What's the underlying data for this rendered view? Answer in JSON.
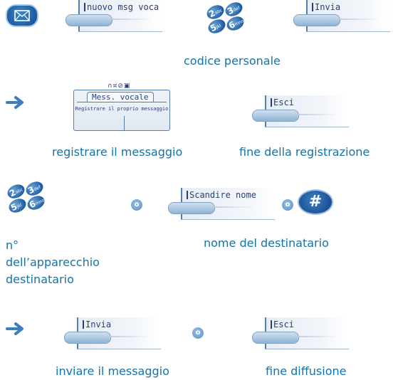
{
  "row1": {
    "softkey_message": "nuovo msg voca",
    "softkey_send": "Invia",
    "caption": "codice personale"
  },
  "row2": {
    "phone_icons": "∩¤⊘▣",
    "phone_tab": "Mess. vocale",
    "phone_body": "Registrare il proprio messaggio",
    "softkey_exit": "Esci",
    "caption_left": "registrare il messaggio",
    "caption_right": "fine della registrazione"
  },
  "row3": {
    "or_label": "o",
    "softkey_scan": "Scandire nome",
    "or_label2": "o",
    "hash_symbol": "#",
    "caption_left_1": "n°",
    "caption_left_2": "dell’apparecchio",
    "caption_left_3": "destinatario",
    "caption_right": "nome del destinatario"
  },
  "row4": {
    "softkey_send": "Invia",
    "or_label": "o",
    "softkey_exit": "Esci",
    "caption_left": "inviare il messaggio",
    "caption_right": "fine diffusione"
  },
  "keypad": {
    "k2": "2",
    "k2_sub": "abc",
    "k3": "3",
    "k3_sub": "def",
    "k5": "5",
    "k5_sub": "jkl",
    "k6": "6",
    "k6_sub": "mno"
  },
  "colors": {
    "caption": "#1474a8",
    "key_blue": "#1f5ea5",
    "arrow": "#3b7fc0"
  }
}
